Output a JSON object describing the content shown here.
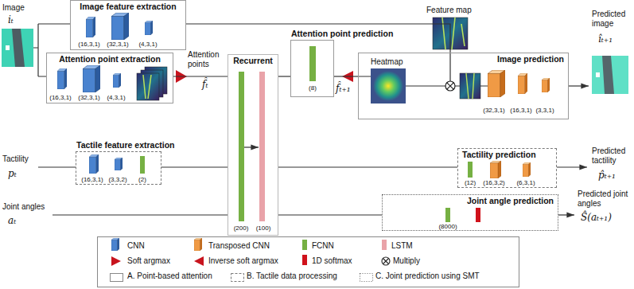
{
  "diagram": {
    "nodes": [
      {
        "text": [
          "Image feature extraction"
        ]
      },
      {
        "text": [
          "Attention point extraction"
        ]
      },
      {
        "text": [
          "Tactile feature extraction"
        ]
      },
      {
        "text": [
          "Recurrent"
        ]
      },
      {
        "text": [
          "Attention point prediction"
        ]
      },
      {
        "text": [
          "Image prediction"
        ]
      },
      {
        "text": [
          "Tactility prediction"
        ]
      },
      {
        "text": [
          "Joint angle prediction"
        ]
      }
    ],
    "edges": [
      {
        "from": 1,
        "to": 3,
        "arrow": "none"
      },
      {
        "from": 2,
        "to": 3,
        "arrow": "none"
      },
      {
        "from": 3,
        "to": 4,
        "arrow": "none"
      },
      {
        "from": 4,
        "to": 5,
        "arrow": "none"
      },
      {
        "from": 0,
        "to": 5,
        "arrow": "none"
      },
      {
        "from": 3,
        "to": 6,
        "arrow": "none"
      },
      {
        "from": 3,
        "to": 7,
        "arrow": "none"
      }
    ],
    "labels": [
      "Image",
      "iₜ",
      "Attention points",
      "f̂ₜ",
      "Feature map",
      "Heatmap",
      "f̂ₜ₊₁",
      "Predicted image",
      "îₜ₊₁",
      "Tactility",
      "pₜ",
      "Predicted tactility",
      "p̂ₜ₊₁",
      "Joint angles",
      "aₜ",
      "Predicted joint angles",
      "Ŝ(aₜ₊₁)",
      "(16,3,1)",
      "(32,3,1)",
      "(4,3,1)",
      "(16,3,1)",
      "(32,3,1)",
      "(4,3,1)",
      "(16,3,1)",
      "(3,3,2)",
      "(2)",
      "(200)",
      "(100)",
      "(8)",
      "(32,3,1)",
      "(16,3,1)",
      "(3,3,1)",
      "(12)",
      "(16,3,2)",
      "(6,3,1)",
      "(8000)"
    ],
    "legend": [
      {
        "text": "CNN"
      },
      {
        "text": "Transposed CNN"
      },
      {
        "text": "FCNN",
        "color": "#76b043"
      },
      {
        "text": "LSTM",
        "color": "#e9a3a9"
      },
      {
        "text": "Soft argmax"
      },
      {
        "text": "Inverse soft argmax"
      },
      {
        "text": "1D softmax",
        "color": "#d0121b"
      },
      {
        "text": "Multiply"
      },
      {
        "text": "A. Point-based attention"
      },
      {
        "text": "B. Tactile data processing"
      },
      {
        "text": "C. Joint prediction using SMT"
      }
    ]
  }
}
